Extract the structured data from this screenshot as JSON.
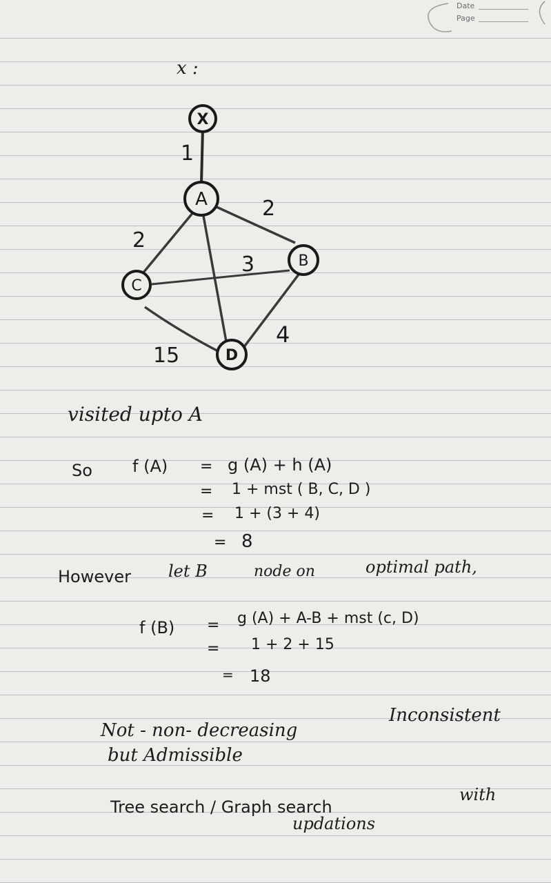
{
  "header": {
    "date_label": "Date",
    "page_label": "Page"
  },
  "graph": {
    "var_label": "x :",
    "nodes": {
      "x": "X",
      "a": "A",
      "b": "B",
      "c": "C",
      "d": "D"
    },
    "weights": {
      "x_a": "1",
      "a_b": "2",
      "a_c": "2",
      "c_b": "3",
      "b_d": "4",
      "c_d": "15"
    }
  },
  "notes": {
    "visited": "visited upto A",
    "so": "So",
    "fA_lhs": "f (A)",
    "eq1": "=",
    "fA_rhs1": "g (A) + h (A)",
    "eq2": "=",
    "fA_rhs2": "1 +   mst ( B, C, D )",
    "eq3": "=",
    "fA_rhs3": "1 + (3 + 4)",
    "eq4": "=",
    "fA_rhs4": "8",
    "however": "However",
    "let_b": "let B",
    "node_on": "node   on",
    "optimal_path": "optimal path,",
    "fB_lhs": "f (B)",
    "eq5": "=",
    "fB_rhs1": "g (A) +   A-B +  mst (c, D)",
    "eq6": "=",
    "fB_rhs2": "1 + 2 + 15",
    "eq7": "=",
    "fB_rhs3": "18",
    "not_nondecreasing": "Not - non- decreasing",
    "inconsistent": "Inconsistent",
    "admissible": "but Admissible",
    "tree_graph": "Tree search / Graph search",
    "with": "with",
    "updations": "updations"
  }
}
